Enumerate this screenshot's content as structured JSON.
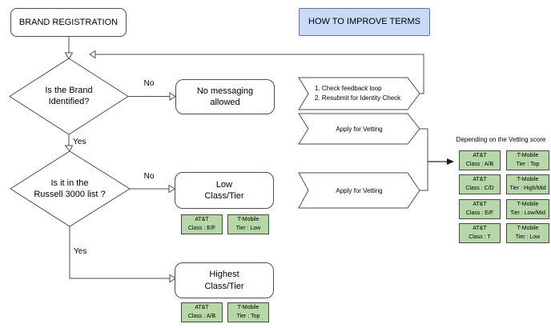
{
  "title_box": "BRAND REGISTRATION",
  "header_box": "HOW TO IMPROVE TERMS",
  "decisions": {
    "d1": "Is the Brand\nIdentified?",
    "d2": "Is it in the\nRussell 3000 list ?"
  },
  "edge_labels": {
    "d1_no": "No",
    "d1_yes": "Yes",
    "d2_no": "No",
    "d2_yes": "Yes"
  },
  "results": {
    "no_messaging": "No messaging\nallowed",
    "low": "Low\nClass/Tier",
    "highest": "Highest\nClass/Tier"
  },
  "steps": {
    "feedback": "1. Check feedback loop\n2. Resubmit for Identity Check",
    "vetting_top": "Apply for Vetting",
    "vetting_bottom": "Apply for Vetting"
  },
  "badges": {
    "low": [
      {
        "line1": "AT&T",
        "line2": "Class : E/F"
      },
      {
        "line1": "T-Mobile",
        "line2": "Tier : Low"
      }
    ],
    "highest": [
      {
        "line1": "AT&T",
        "line2": "Class : A/B"
      },
      {
        "line1": "T-Mobile",
        "line2": "Tier : Top"
      }
    ]
  },
  "vetting_outcomes": {
    "caption": "Depending on the Vetting score",
    "rows": [
      {
        "att": {
          "line1": "AT&T",
          "line2": "Class : A/B"
        },
        "tmobile": {
          "line1": "T-Mobile",
          "line2": "Tier : Top"
        }
      },
      {
        "att": {
          "line1": "AT&T",
          "line2": "Class : C/D"
        },
        "tmobile": {
          "line1": "T-Mobile",
          "line2": "Tier : High/Mid"
        }
      },
      {
        "att": {
          "line1": "AT&T",
          "line2": "Class : E/F"
        },
        "tmobile": {
          "line1": "T-Mobile",
          "line2": "Tier : Low/Mid"
        }
      },
      {
        "att": {
          "line1": "AT&T",
          "line2": "Class : T"
        },
        "tmobile": {
          "line1": "T-Mobile",
          "line2": "Tier : Low"
        }
      }
    ]
  },
  "colors": {
    "green_fill": "#b6d7a8",
    "blue_fill": "#c9daf8",
    "line": "#4d4d4d",
    "white": "#ffffff"
  }
}
